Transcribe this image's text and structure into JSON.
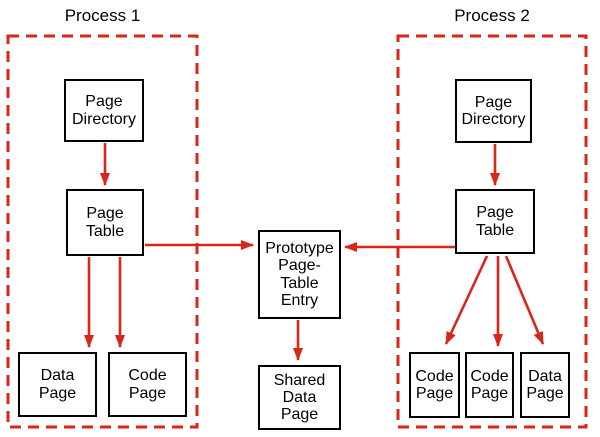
{
  "colors": {
    "accent_red": "#d8261b",
    "box_border": "#000000",
    "text": "#000000",
    "background": "#ffffff"
  },
  "process1": {
    "title": "Process 1",
    "page_directory": "Page\nDirectory",
    "page_table": "Page\nTable",
    "data_page": "Data\nPage",
    "code_page": "Code\nPage"
  },
  "process2": {
    "title": "Process 2",
    "page_directory": "Page\nDirectory",
    "page_table": "Page\nTable",
    "code_page_1": "Code\nPage",
    "code_page_2": "Code\nPage",
    "data_page": "Data\nPage"
  },
  "shared": {
    "prototype_entry": "Prototype\nPage-\nTable\nEntry",
    "shared_data_page": "Shared\nData\nPage"
  }
}
